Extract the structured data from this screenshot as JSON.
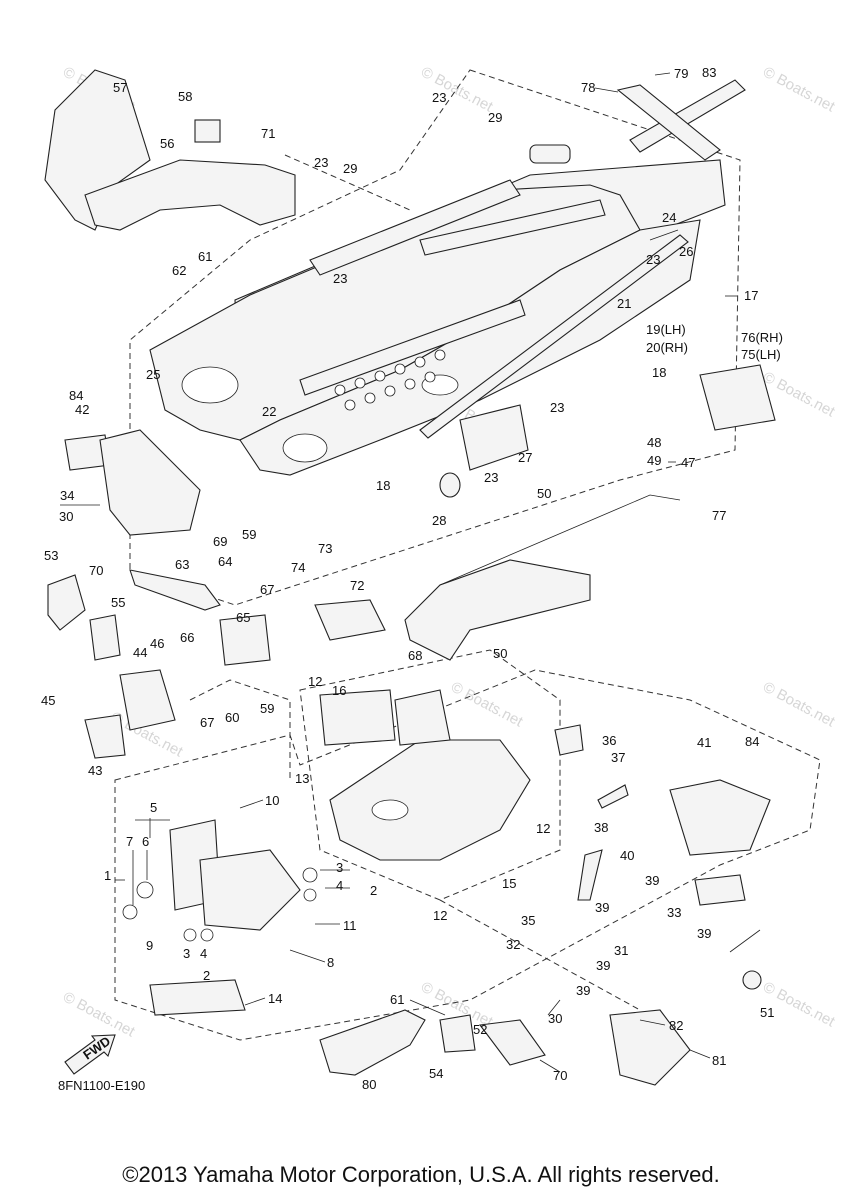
{
  "diagram": {
    "part_code": "8FN1100-E190",
    "fwd_label": "FWD",
    "copyright": "©2013 Yamaha Motor Corporation, U.S.A. All rights reserved.",
    "watermark": "© Boats.net",
    "callouts": [
      "1",
      "2",
      "3",
      "4",
      "5",
      "6",
      "7",
      "8",
      "9",
      "10",
      "11",
      "12",
      "13",
      "14",
      "15",
      "16",
      "17",
      "18",
      "19(LH)",
      "20(RH)",
      "21",
      "22",
      "23",
      "24",
      "25",
      "26",
      "27",
      "28",
      "29",
      "30",
      "31",
      "32",
      "33",
      "34",
      "35",
      "36",
      "37",
      "38",
      "39",
      "40",
      "41",
      "42",
      "43",
      "44",
      "45",
      "46",
      "47",
      "48",
      "49",
      "50",
      "51",
      "52",
      "53",
      "54",
      "55",
      "56",
      "57",
      "58",
      "59",
      "60",
      "61",
      "62",
      "63",
      "64",
      "65",
      "66",
      "67",
      "68",
      "69",
      "70",
      "71",
      "72",
      "73",
      "74",
      "75(LH)",
      "76(RH)",
      "77",
      "78",
      "79",
      "80",
      "81",
      "82",
      "83",
      "84"
    ]
  }
}
